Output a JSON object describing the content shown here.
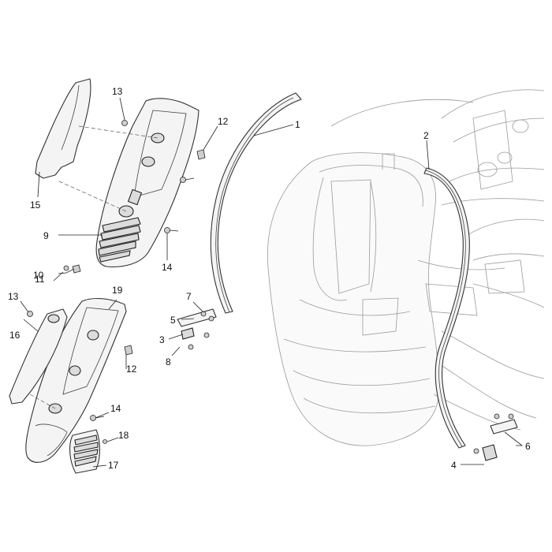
{
  "callouts": [
    {
      "id": "c1",
      "label": "1"
    },
    {
      "id": "c2",
      "label": "2"
    },
    {
      "id": "c3",
      "label": "3"
    },
    {
      "id": "c4",
      "label": "4"
    },
    {
      "id": "c5",
      "label": "5"
    },
    {
      "id": "c6",
      "label": "6"
    },
    {
      "id": "c7",
      "label": "7"
    },
    {
      "id": "c8",
      "label": "8"
    },
    {
      "id": "c9",
      "label": "9"
    },
    {
      "id": "c10",
      "label": "10"
    },
    {
      "id": "c11",
      "label": "11"
    },
    {
      "id": "c12a",
      "label": "12"
    },
    {
      "id": "c12b",
      "label": "12"
    },
    {
      "id": "c13a",
      "label": "13"
    },
    {
      "id": "c13b",
      "label": "13"
    },
    {
      "id": "c14a",
      "label": "14"
    },
    {
      "id": "c14b",
      "label": "14"
    },
    {
      "id": "c15",
      "label": "15"
    },
    {
      "id": "c16",
      "label": "16"
    },
    {
      "id": "c17",
      "label": "17"
    },
    {
      "id": "c18",
      "label": "18"
    },
    {
      "id": "c19",
      "label": "19"
    }
  ]
}
